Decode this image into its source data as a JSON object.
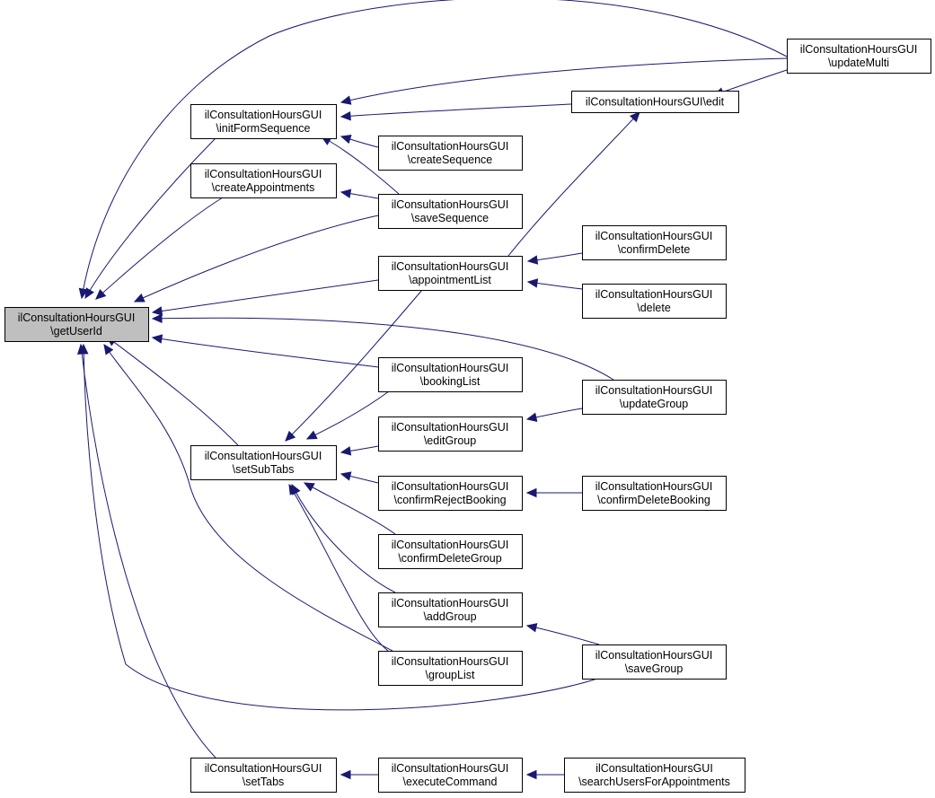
{
  "diagram": {
    "focus_node": "getUserId",
    "nodes": [
      {
        "id": "getUserId",
        "line1": "ilConsultationHoursGUI",
        "line2": "\\getUserId",
        "focus": true
      },
      {
        "id": "initFormSequence",
        "line1": "ilConsultationHoursGUI",
        "line2": "\\initFormSequence"
      },
      {
        "id": "createAppointments",
        "line1": "ilConsultationHoursGUI",
        "line2": "\\createAppointments"
      },
      {
        "id": "setSubTabs",
        "line1": "ilConsultationHoursGUI",
        "line2": "\\setSubTabs"
      },
      {
        "id": "setTabs",
        "line1": "ilConsultationHoursGUI",
        "line2": "\\setTabs"
      },
      {
        "id": "createSequence",
        "line1": "ilConsultationHoursGUI",
        "line2": "\\createSequence"
      },
      {
        "id": "saveSequence",
        "line1": "ilConsultationHoursGUI",
        "line2": "\\saveSequence"
      },
      {
        "id": "appointmentList",
        "line1": "ilConsultationHoursGUI",
        "line2": "\\appointmentList"
      },
      {
        "id": "bookingList",
        "line1": "ilConsultationHoursGUI",
        "line2": "\\bookingList"
      },
      {
        "id": "editGroup",
        "line1": "ilConsultationHoursGUI",
        "line2": "\\editGroup"
      },
      {
        "id": "confirmRejectBooking",
        "line1": "ilConsultationHoursGUI",
        "line2": "\\confirmRejectBooking"
      },
      {
        "id": "confirmDeleteGroup",
        "line1": "ilConsultationHoursGUI",
        "line2": "\\confirmDeleteGroup"
      },
      {
        "id": "addGroup",
        "line1": "ilConsultationHoursGUI",
        "line2": "\\addGroup"
      },
      {
        "id": "groupList",
        "line1": "ilConsultationHoursGUI",
        "line2": "\\groupList"
      },
      {
        "id": "executeCommand",
        "line1": "ilConsultationHoursGUI",
        "line2": "\\executeCommand"
      },
      {
        "id": "edit",
        "line1": "ilConsultationHoursGUI\\edit",
        "line2": ""
      },
      {
        "id": "confirmDelete",
        "line1": "ilConsultationHoursGUI",
        "line2": "\\confirmDelete"
      },
      {
        "id": "delete",
        "line1": "ilConsultationHoursGUI",
        "line2": "\\delete"
      },
      {
        "id": "updateGroup",
        "line1": "ilConsultationHoursGUI",
        "line2": "\\updateGroup"
      },
      {
        "id": "confirmDeleteBooking",
        "line1": "ilConsultationHoursGUI",
        "line2": "\\confirmDeleteBooking"
      },
      {
        "id": "saveGroup",
        "line1": "ilConsultationHoursGUI",
        "line2": "\\saveGroup"
      },
      {
        "id": "searchUsersForAppointments",
        "line1": "ilConsultationHoursGUI",
        "line2": "\\searchUsersForAppointments"
      },
      {
        "id": "updateMulti",
        "line1": "ilConsultationHoursGUI",
        "line2": "\\updateMulti"
      }
    ],
    "edges": [
      {
        "from": "initFormSequence",
        "to": "getUserId"
      },
      {
        "from": "createAppointments",
        "to": "getUserId"
      },
      {
        "from": "setSubTabs",
        "to": "getUserId"
      },
      {
        "from": "setTabs",
        "to": "getUserId"
      },
      {
        "from": "saveSequence",
        "to": "getUserId"
      },
      {
        "from": "appointmentList",
        "to": "getUserId"
      },
      {
        "from": "bookingList",
        "to": "getUserId"
      },
      {
        "from": "groupList",
        "to": "getUserId"
      },
      {
        "from": "updateGroup",
        "to": "getUserId"
      },
      {
        "from": "saveGroup",
        "to": "getUserId"
      },
      {
        "from": "updateMulti",
        "to": "getUserId"
      },
      {
        "from": "edit",
        "to": "initFormSequence"
      },
      {
        "from": "createSequence",
        "to": "initFormSequence"
      },
      {
        "from": "saveSequence",
        "to": "initFormSequence"
      },
      {
        "from": "updateMulti",
        "to": "initFormSequence"
      },
      {
        "from": "saveSequence",
        "to": "createAppointments"
      },
      {
        "from": "updateMulti",
        "to": "edit"
      },
      {
        "from": "appointmentList",
        "to": "edit"
      },
      {
        "from": "confirmDelete",
        "to": "appointmentList"
      },
      {
        "from": "delete",
        "to": "appointmentList"
      },
      {
        "from": "appointmentList",
        "to": "setSubTabs"
      },
      {
        "from": "bookingList",
        "to": "setSubTabs"
      },
      {
        "from": "editGroup",
        "to": "setSubTabs"
      },
      {
        "from": "confirmRejectBooking",
        "to": "setSubTabs"
      },
      {
        "from": "confirmDeleteGroup",
        "to": "setSubTabs"
      },
      {
        "from": "addGroup",
        "to": "setSubTabs"
      },
      {
        "from": "groupList",
        "to": "setSubTabs"
      },
      {
        "from": "updateGroup",
        "to": "editGroup"
      },
      {
        "from": "confirmDeleteBooking",
        "to": "confirmRejectBooking"
      },
      {
        "from": "saveGroup",
        "to": "addGroup"
      },
      {
        "from": "executeCommand",
        "to": "setTabs"
      },
      {
        "from": "searchUsersForAppointments",
        "to": "executeCommand"
      }
    ]
  },
  "colors": {
    "edge": "#191970",
    "node_border": "#000000",
    "node_fill": "#ffffff",
    "focus_fill": "#bfbfbf"
  }
}
